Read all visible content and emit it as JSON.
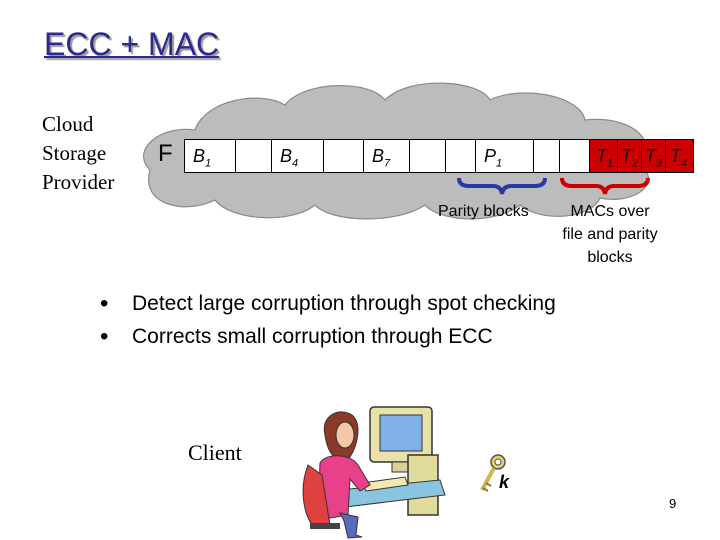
{
  "slide": {
    "title": "ECC + MAC",
    "cloud_label": [
      "Cloud",
      "Storage",
      "Provider"
    ],
    "file_symbol": "F",
    "blocks": {
      "b1": "B",
      "b1_sub": "1",
      "b4": "B",
      "b4_sub": "4",
      "b7": "B",
      "b7_sub": "7",
      "p1": "P",
      "p1_sub": "1",
      "t1": "T",
      "t1_sub": "1",
      "t2": "T",
      "t2_sub": "2",
      "t3": "T",
      "t3_sub": "3",
      "t4": "T",
      "t4_sub": "4"
    },
    "parity_label": "Parity blocks",
    "mac_label": [
      "MACs over",
      "file and parity",
      "blocks"
    ],
    "bullets": [
      "Detect large corruption through spot checking",
      "Corrects small corruption through ECC"
    ],
    "client_label": "Client",
    "key_label": "k",
    "page_number": "9",
    "colors": {
      "title": "#2b2b8f",
      "mac_fill": "#cc0000",
      "brace": "#2a3aa0",
      "brace_red": "#cc0000",
      "cloud": "#bcbcbc"
    },
    "icons": [
      "cloud-shape",
      "client-clipart",
      "key-icon"
    ]
  }
}
